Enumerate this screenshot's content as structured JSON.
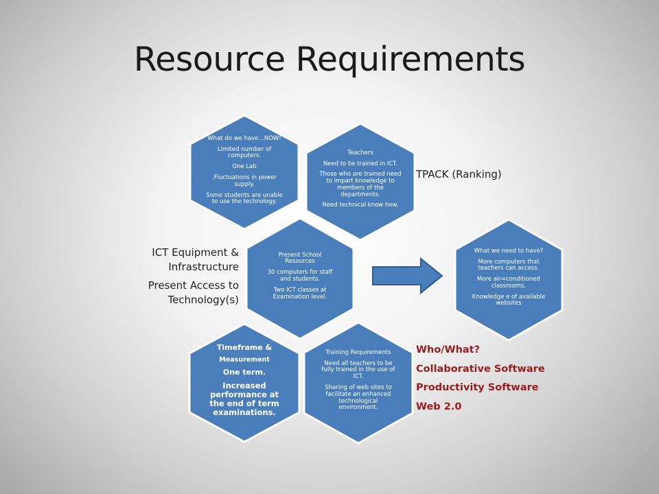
{
  "title": "Resource Requirements",
  "colors": {
    "hex_fill": "#4a7ebb",
    "hex_border": "#ffffff",
    "accent_text": "#9b1c1c"
  },
  "hexagons": {
    "now": {
      "lines": [
        "What do we have…NOW!",
        "Limited number of computers.",
        "One Lab",
        ".Fluctuations in power supply.",
        "Some students  are unable to use the technology."
      ]
    },
    "teachers": {
      "lines": [
        "Teachers",
        "Need to be trained in ICT.",
        "Those who are trained need to impart knowledge to members of the departments.",
        "Need technical know how."
      ]
    },
    "present": {
      "lines": [
        "Present School Resources",
        "30 computers for staff and students.",
        "Two ICT classes at Examination level."
      ]
    },
    "need": {
      "lines": [
        "What we need to have?",
        "More computers that teachers can access.",
        "More air=conditioned classrooms.",
        "Knowledge e of available websites"
      ]
    },
    "timeframe": {
      "lines": [
        "Timeframe &",
        "Measurement",
        "One term.",
        "Increased performance at the end of term examinations."
      ]
    },
    "training": {
      "lines": [
        "Training Requirements",
        "Need all teachers to be fully trained in the use of ICT.",
        "Sharing of web sites to facilitate  an enhanced technological environment."
      ]
    }
  },
  "labels": {
    "ict_equipment": "ICT Equipment & Infrastructure",
    "present_access": "Present Access to Technology(s)",
    "tpack": "TPACK (Ranking)"
  },
  "who_what": [
    "Who/What?",
    "Collaborative Software",
    "Productivity Software",
    "Web 2.0"
  ],
  "arrow": {
    "icon": "right-arrow-icon"
  }
}
